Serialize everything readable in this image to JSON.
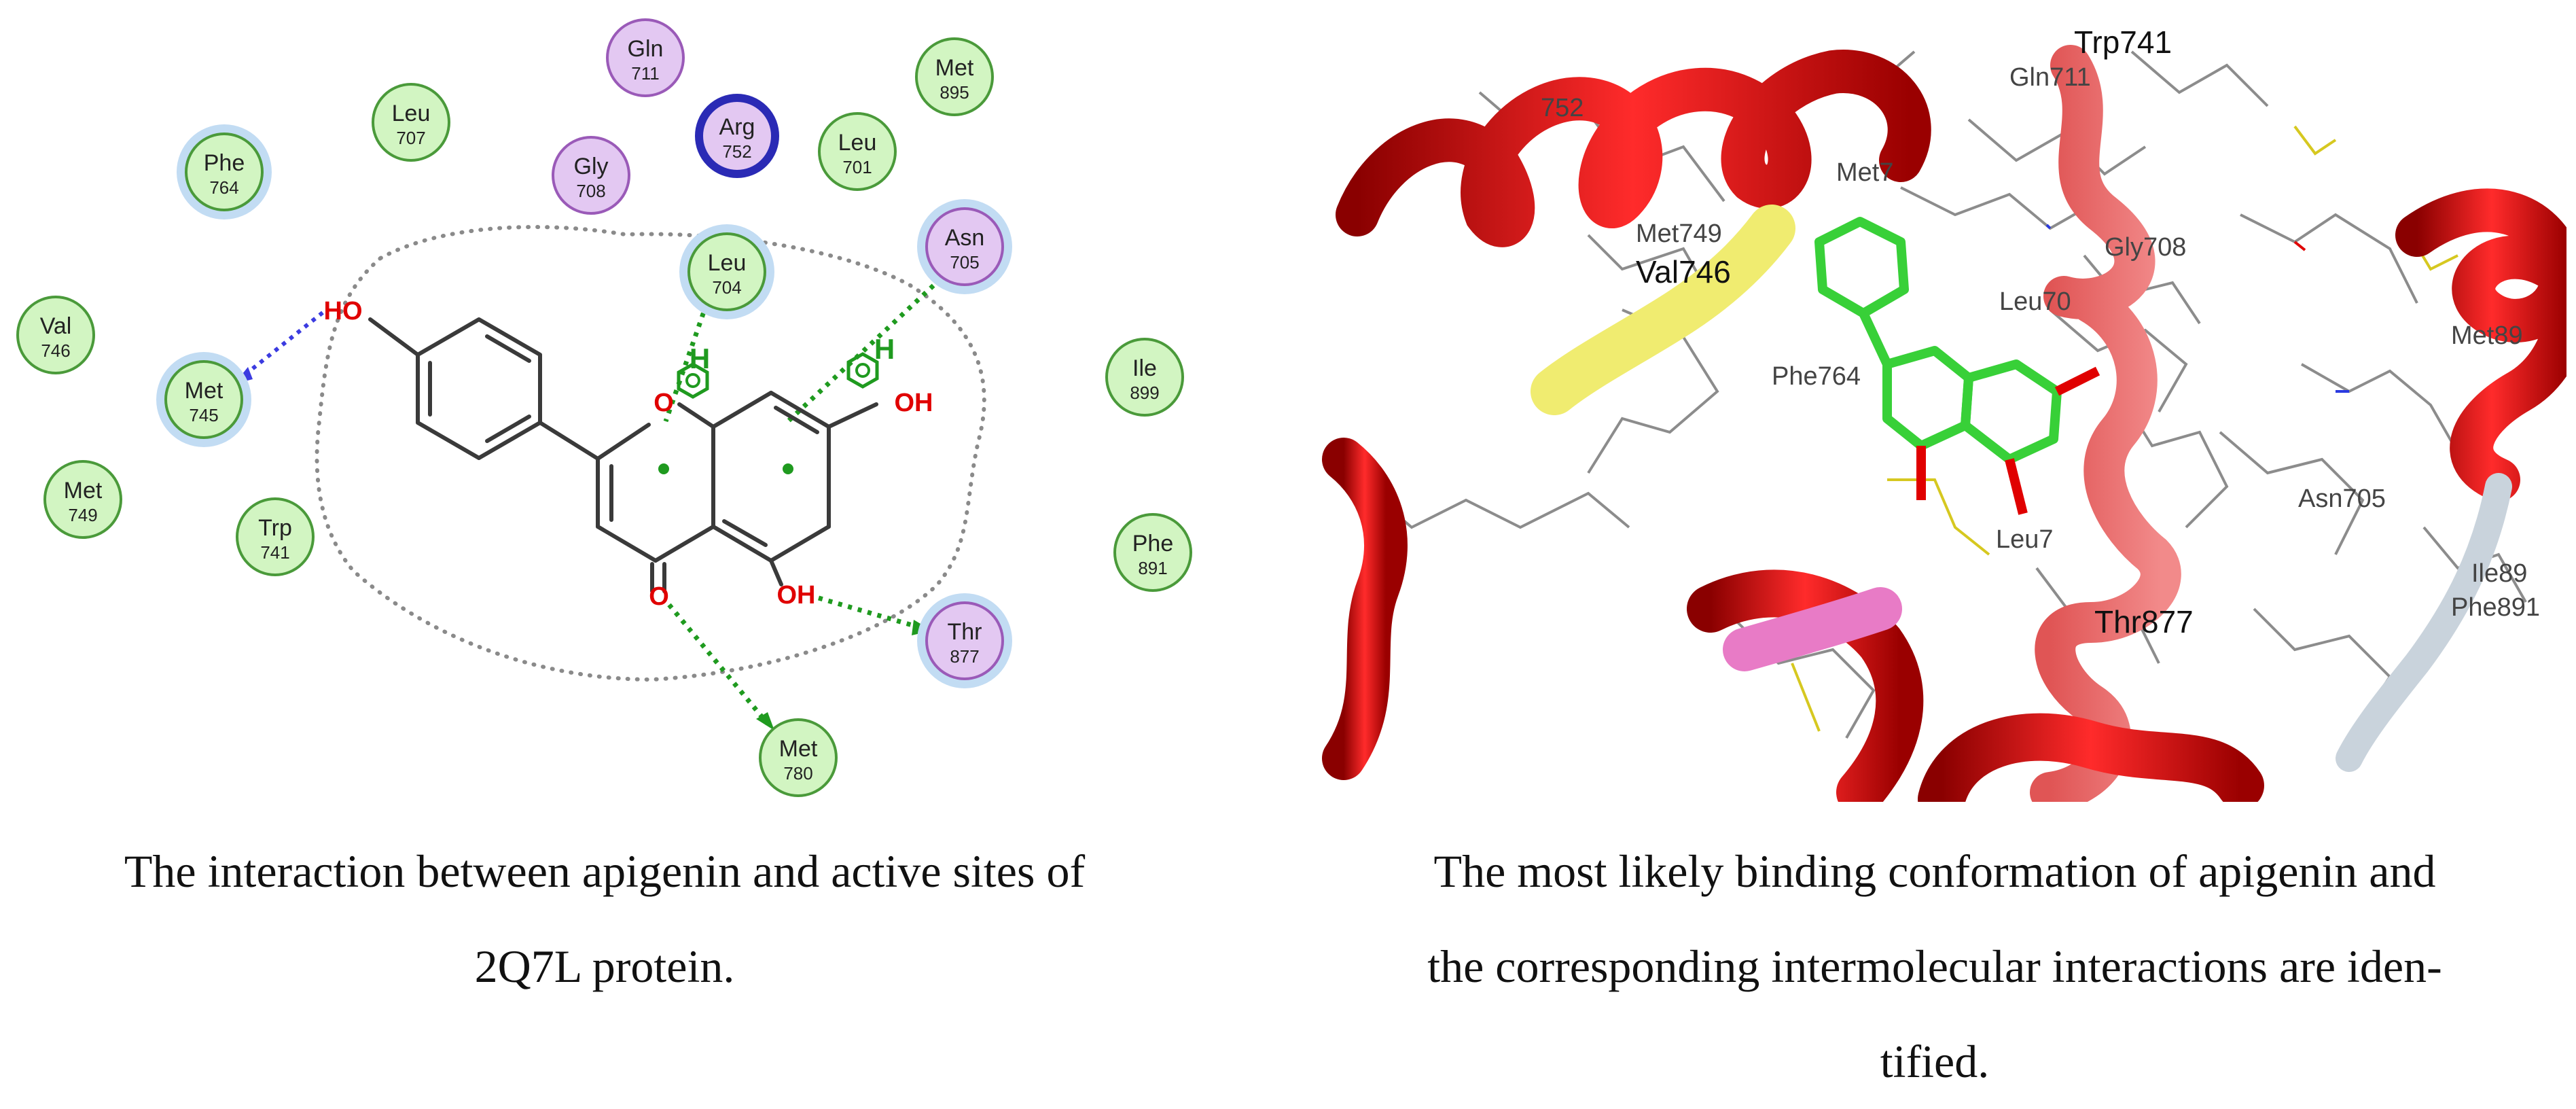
{
  "residues": [
    {
      "id": "gln711",
      "name": "Gln",
      "num": "711",
      "type": "polar",
      "halo": false,
      "bold": false
    },
    {
      "id": "met895",
      "name": "Met",
      "num": "895",
      "type": "hydrophobic",
      "halo": false,
      "bold": false
    },
    {
      "id": "leu707",
      "name": "Leu",
      "num": "707",
      "type": "hydrophobic",
      "halo": false,
      "bold": false
    },
    {
      "id": "arg752",
      "name": "Arg",
      "num": "752",
      "type": "positive",
      "halo": false,
      "bold": true
    },
    {
      "id": "leu701",
      "name": "Leu",
      "num": "701",
      "type": "hydrophobic",
      "halo": false,
      "bold": false
    },
    {
      "id": "phe764",
      "name": "Phe",
      "num": "764",
      "type": "hydrophobic",
      "halo": true,
      "bold": false
    },
    {
      "id": "gly708",
      "name": "Gly",
      "num": "708",
      "type": "polar",
      "halo": false,
      "bold": false
    },
    {
      "id": "asn705",
      "name": "Asn",
      "num": "705",
      "type": "polar",
      "halo": true,
      "bold": false
    },
    {
      "id": "leu704",
      "name": "Leu",
      "num": "704",
      "type": "hydrophobic",
      "halo": true,
      "bold": false
    },
    {
      "id": "val746",
      "name": "Val",
      "num": "746",
      "type": "hydrophobic",
      "halo": false,
      "bold": false
    },
    {
      "id": "met745",
      "name": "Met",
      "num": "745",
      "type": "hydrophobic",
      "halo": true,
      "bold": false
    },
    {
      "id": "ile899",
      "name": "Ile",
      "num": "899",
      "type": "hydrophobic",
      "halo": false,
      "bold": false
    },
    {
      "id": "met749",
      "name": "Met",
      "num": "749",
      "type": "hydrophobic",
      "halo": false,
      "bold": false
    },
    {
      "id": "trp741",
      "name": "Trp",
      "num": "741",
      "type": "hydrophobic",
      "halo": false,
      "bold": false
    },
    {
      "id": "phe891",
      "name": "Phe",
      "num": "891",
      "type": "hydrophobic",
      "halo": false,
      "bold": false
    },
    {
      "id": "thr877",
      "name": "Thr",
      "num": "877",
      "type": "polar",
      "halo": true,
      "bold": false
    },
    {
      "id": "met780",
      "name": "Met",
      "num": "780",
      "type": "hydrophobic",
      "halo": false,
      "bold": false
    }
  ],
  "atom_labels": {
    "ho": "HO",
    "o_ring": "O",
    "oh_right": "OH",
    "oh_bottom": "OH",
    "o_carbonyl": "O",
    "h1": "H",
    "h2": "H"
  },
  "protein_labels": [
    {
      "id": "trp741",
      "text": "Trp741"
    },
    {
      "id": "gln711",
      "text": "Gln711"
    },
    {
      "id": "arg752",
      "text": "752"
    },
    {
      "id": "met745",
      "text": "Met7"
    },
    {
      "id": "met749",
      "text": "Met749"
    },
    {
      "id": "val746",
      "text": "Val746"
    },
    {
      "id": "gly708",
      "text": "Gly708"
    },
    {
      "id": "leu707",
      "text": "Leu70"
    },
    {
      "id": "phe764",
      "text": "Phe764"
    },
    {
      "id": "met895",
      "text": "Met89"
    },
    {
      "id": "asn705",
      "text": "Asn705"
    },
    {
      "id": "ile899",
      "text": "Ile89"
    },
    {
      "id": "leu704",
      "text": "Leu7"
    },
    {
      "id": "phe891",
      "text": "Phe891"
    },
    {
      "id": "thr877",
      "text": "Thr877"
    }
  ],
  "captions": {
    "left_line1": "The interaction between apigenin and active sites of",
    "left_line2": "2Q7L protein.",
    "right_line1": "The most likely binding conformation of apigenin and",
    "right_line2": "the corresponding intermolecular interactions are iden-",
    "right_line3": "tified."
  },
  "colors": {
    "hydrophobic_fill": "#d2f5c2",
    "hydrophobic_stroke": "#4a9a3a",
    "polar_fill": "#e3c8f2",
    "polar_stroke": "#9a5ab8",
    "positive_stroke": "#2a2ab5",
    "halo": "#c2dcf3",
    "hbond_green": "#1f9a1f",
    "hbond_blue": "#3b3be0",
    "helix_red": "#d51010",
    "ligand_green": "#38d038",
    "oxygen_red": "#e00000"
  }
}
